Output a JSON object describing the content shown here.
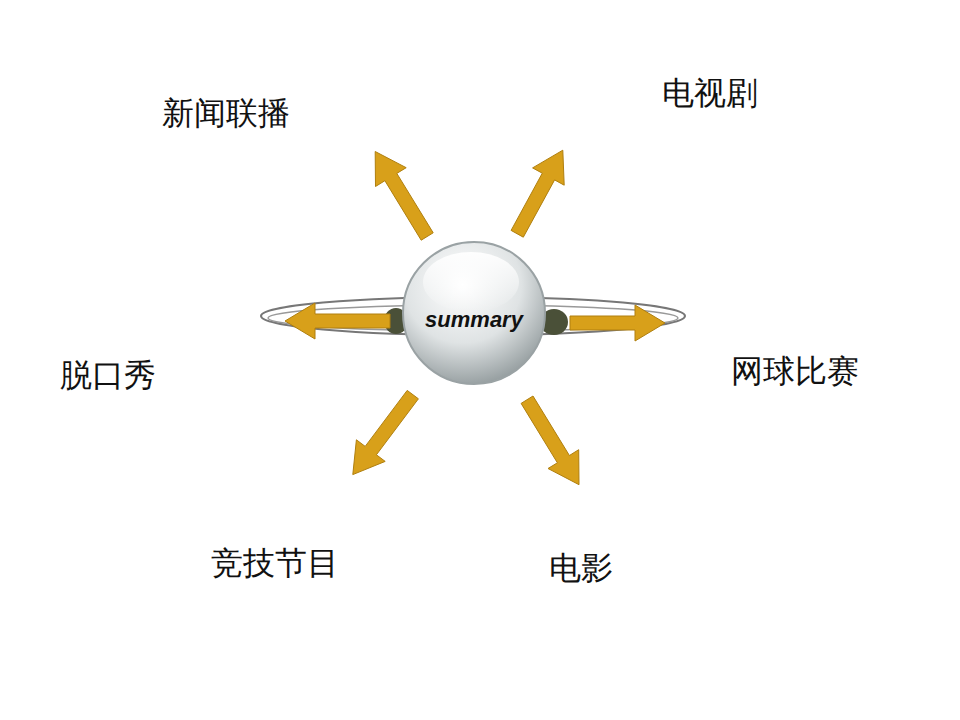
{
  "diagram": {
    "nodes": [
      {
        "text": [
          "summary"
        ]
      },
      {
        "text": [
          "新闻联播"
        ]
      },
      {
        "text": [
          "电视剧"
        ]
      },
      {
        "text": [
          "脱口秀"
        ]
      },
      {
        "text": [
          "网球比赛"
        ]
      },
      {
        "text": [
          "竞技节目"
        ]
      },
      {
        "text": [
          "电影"
        ]
      }
    ],
    "edges": [
      {
        "from": 0,
        "to": 1,
        "arrow": "to"
      },
      {
        "from": 0,
        "to": 2,
        "arrow": "to"
      },
      {
        "from": 0,
        "to": 3,
        "arrow": "to"
      },
      {
        "from": 0,
        "to": 4,
        "arrow": "to"
      },
      {
        "from": 0,
        "to": 5,
        "arrow": "to"
      },
      {
        "from": 0,
        "to": 6,
        "arrow": "to"
      }
    ]
  }
}
